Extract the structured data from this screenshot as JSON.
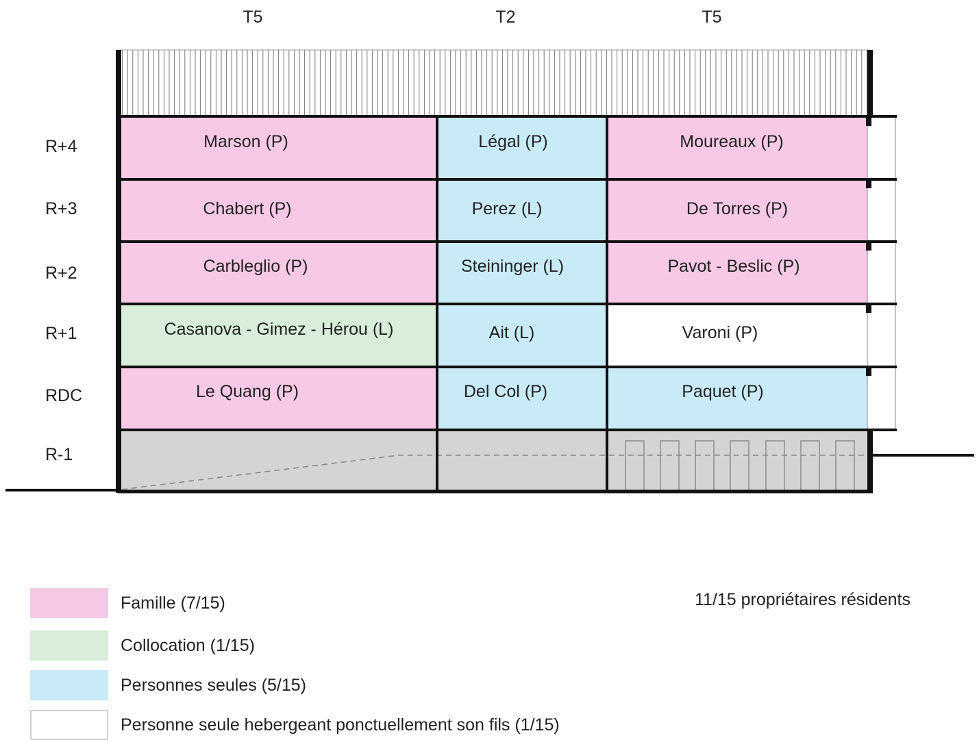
{
  "colors": {
    "famille": "#f8c9e6",
    "collocation": "#d8eedb",
    "personnes_seules": "#c9ebf8",
    "personne_seule_fils": "#ffffff",
    "basement": "#d4d4d4",
    "structure": "#111111"
  },
  "types": [
    "T5",
    "T2",
    "T5"
  ],
  "floors": [
    "R+4",
    "R+3",
    "R+2",
    "R+1",
    "RDC",
    "R-1"
  ],
  "units": [
    [
      {
        "label": "Marson (P)",
        "category": "famille"
      },
      {
        "label": "Légal (P)",
        "category": "personnes_seules"
      },
      {
        "label": "Moureaux (P)",
        "category": "famille"
      }
    ],
    [
      {
        "label": "Chabert (P)",
        "category": "famille"
      },
      {
        "label": "Perez (L)",
        "category": "personnes_seules"
      },
      {
        "label": "De Torres (P)",
        "category": "famille"
      }
    ],
    [
      {
        "label": "Carbleglio (P)",
        "category": "famille"
      },
      {
        "label": "Steininger  (L)",
        "category": "personnes_seules"
      },
      {
        "label": "Pavot - Beslic (P)",
        "category": "famille"
      }
    ],
    [
      {
        "label": "Casanova - Gimez - Hérou (L)",
        "category": "collocation"
      },
      {
        "label": "Ait  (L)",
        "category": "personnes_seules"
      },
      {
        "label": "Varoni (P)",
        "category": "personne_seule_fils"
      }
    ],
    [
      {
        "label": "Le Quang (P)",
        "category": "famille"
      },
      {
        "label": "Del Col (P)",
        "category": "personnes_seules"
      },
      {
        "label": "Paquet (P)",
        "category": "personnes_seules"
      }
    ]
  ],
  "legend": [
    {
      "key": "famille",
      "label": "Famille (7/15)"
    },
    {
      "key": "collocation",
      "label": "Collocation  (1/15)"
    },
    {
      "key": "personnes_seules",
      "label": "Personnes seules  (5/15)"
    },
    {
      "key": "personne_seule_fils",
      "label": "Personne seule hebergeant ponctuellement son fils (1/15)"
    }
  ],
  "summary": "11/15 propriétaires résidents"
}
